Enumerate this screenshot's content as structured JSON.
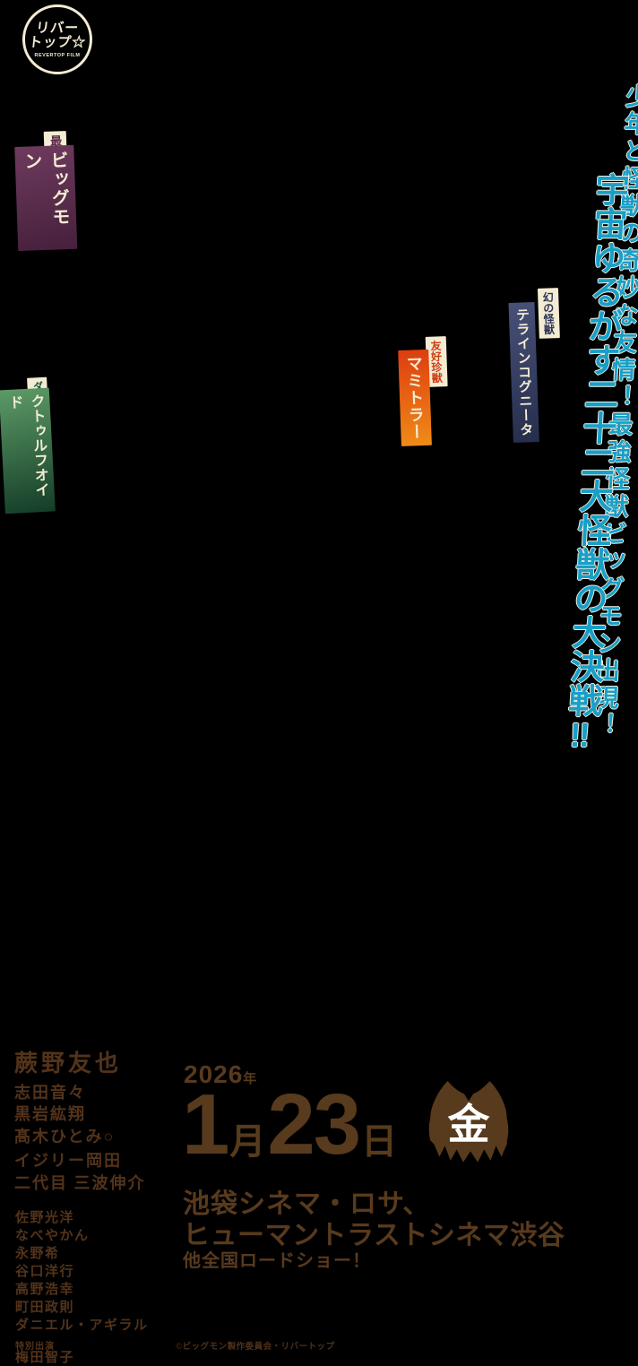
{
  "colors": {
    "background": "#000000",
    "tagline_blue": "#189fc8",
    "cream": "#f3ecd2",
    "date_brown": "#583a1d",
    "cast_brown": "#53331a",
    "bigmon_purple": "#5d2a4c",
    "terra_navy": "#2c3557",
    "mamitora_red": "#de3c10",
    "cthulhoid_green": "#1d5534"
  },
  "logo": {
    "kana_line1": "リバー",
    "kana_line2": "トップ☆",
    "caption": "REVERTOP FILM"
  },
  "tagline": {
    "small_column": "少年と怪獣の奇妙な友情！最強怪獣ビッグモン出現！",
    "big_column": "宇宙ゆるがす二十二大怪獣の大決戦‼"
  },
  "kaiju_labels": [
    {
      "title": "最強怪獣",
      "name": "ビッグモン"
    },
    {
      "title": "幻の怪獣",
      "name": "テラインコグニータ"
    },
    {
      "title": "友好珍獣",
      "name": "マミトラー"
    },
    {
      "title": "ダウンの中に潜む怪獣",
      "name": "クトゥルフオイド"
    }
  ],
  "cast": {
    "lead": "蕨野友也",
    "main": [
      "志田音々",
      "黒岩紘翔",
      "髙木ひとみ○",
      "イジリー岡田",
      "二代目 三波伸介"
    ],
    "supporting": [
      "佐野光洋",
      "なべやかん",
      "永野希",
      "谷口洋行",
      "高野浩幸",
      "町田政則",
      "ダニエル・アギラル"
    ],
    "special_label": "特別出演",
    "special": "梅田智子"
  },
  "release": {
    "year": "2026",
    "year_suffix": "年",
    "month": "1",
    "month_suffix": "月",
    "day": "23",
    "day_suffix": "日",
    "weekday": "金"
  },
  "venues": {
    "line1": "池袋シネマ・ロサ、",
    "line2": "ヒューマントラストシネマ渋谷",
    "line3": "他全国ロードショー！"
  },
  "copyright": "©ビッグモン製作委員会・リバートップ"
}
